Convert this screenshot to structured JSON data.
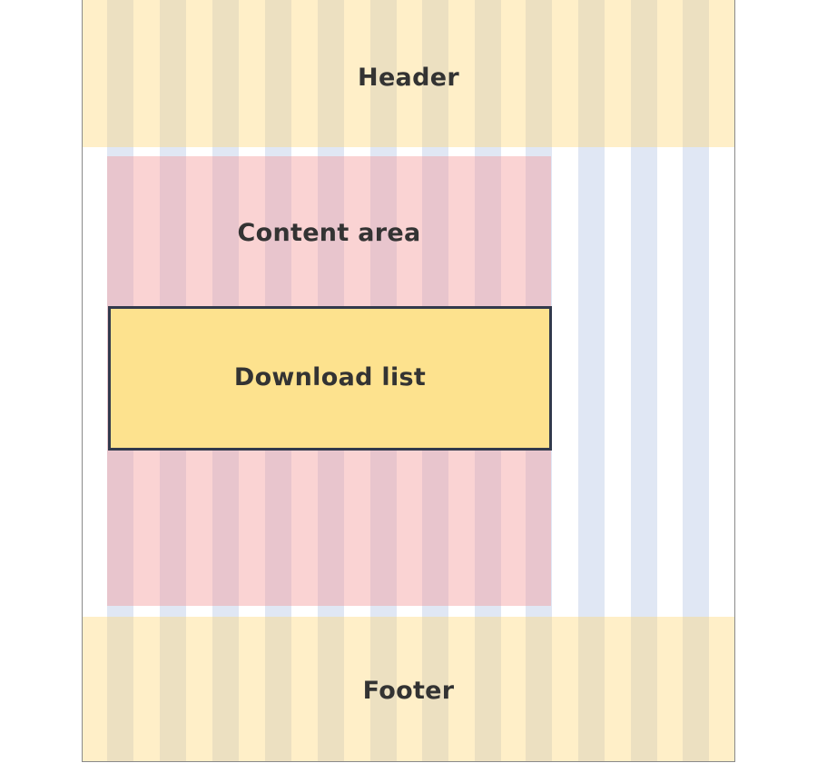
{
  "header": {
    "label": "Header",
    "color": "#ffd66e"
  },
  "content": {
    "label": "Content area",
    "color": "#f29696"
  },
  "download_list": {
    "label": "Download list",
    "color": "#fde28e",
    "border_color": "#323a4c"
  },
  "footer": {
    "label": "Footer",
    "color": "#ffd66e"
  },
  "grid": {
    "column_count": 12,
    "column_color": "#99b1db"
  }
}
